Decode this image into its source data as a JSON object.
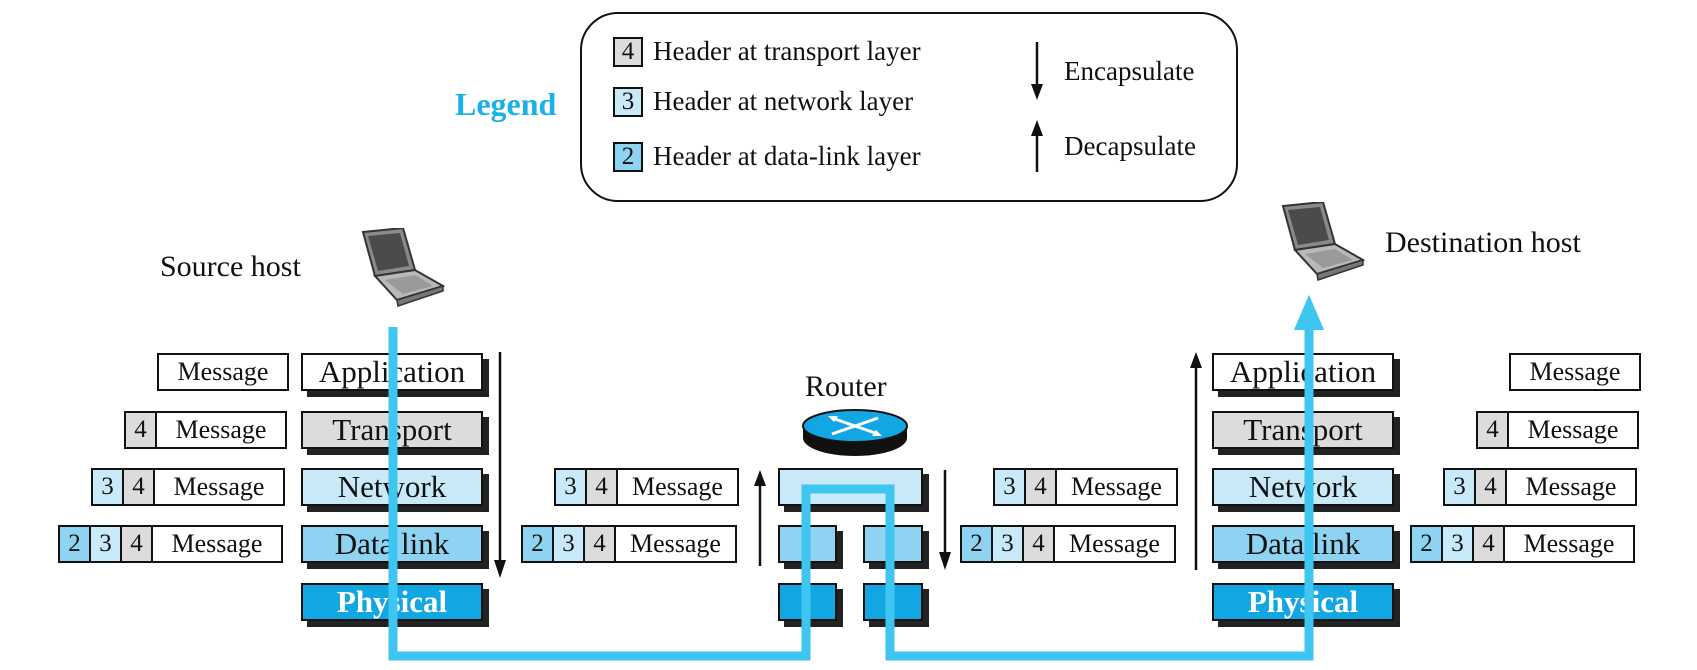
{
  "legend": {
    "title": "Legend",
    "items": [
      {
        "num": "4",
        "text": "Header at transport layer",
        "color": "#dcdcdc"
      },
      {
        "num": "3",
        "text": "Header at network layer",
        "color": "#c8e9f8"
      },
      {
        "num": "2",
        "text": "Header at data-link layer",
        "color": "#8ed3f1"
      }
    ],
    "encapsulate": "Encapsulate",
    "decapsulate": "Decapsulate"
  },
  "source_host": "Source host",
  "destination_host": "Destination host",
  "router": "Router",
  "layers": {
    "application": "Application",
    "transport": "Transport",
    "network": "Network",
    "data_link": "Data link",
    "physical": "Physical"
  },
  "packet": {
    "message": "Message",
    "h4": "4",
    "h3": "3",
    "h2": "2"
  },
  "colors": {
    "path": "#3ec6f0",
    "legend_title": "#1ab0e8",
    "physical": "#12a7e2"
  }
}
